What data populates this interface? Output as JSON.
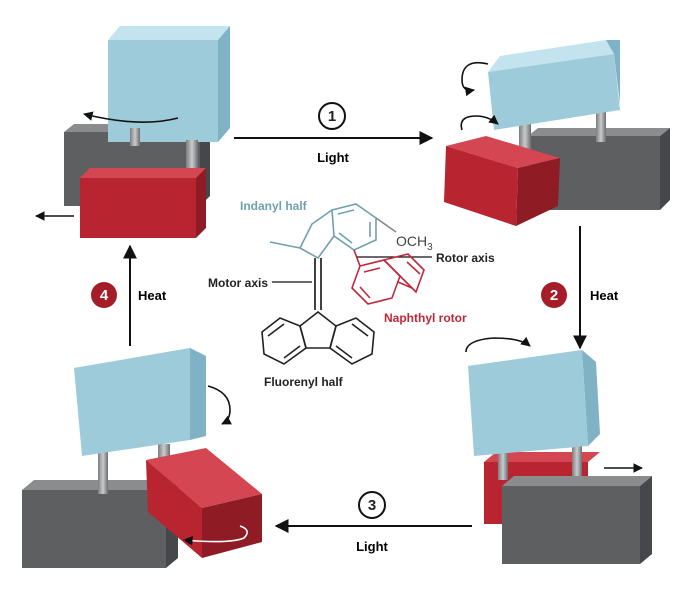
{
  "steps": [
    {
      "number": "1",
      "label": "Light"
    },
    {
      "number": "2",
      "label": "Heat"
    },
    {
      "number": "3",
      "label": "Light"
    },
    {
      "number": "4",
      "label": "Heat"
    }
  ],
  "molecule": {
    "indanyl_label": "Indanyl half",
    "och3_label": "OCH",
    "och3_subscript": "3",
    "rotor_axis_label": "Rotor axis",
    "motor_axis_label": "Motor axis",
    "naphthyl_label": "Naphthyl rotor",
    "fluorenyl_label": "Fluorenyl half"
  },
  "colors": {
    "indanyl": "#6fa0b0",
    "naphthyl": "#c0283a",
    "fluorenyl": "#222222",
    "rotor_block": "#b8242f",
    "stator_block": "#5d5f61",
    "top_block": "#9dcbda",
    "badge_filled": "#a51d29"
  }
}
